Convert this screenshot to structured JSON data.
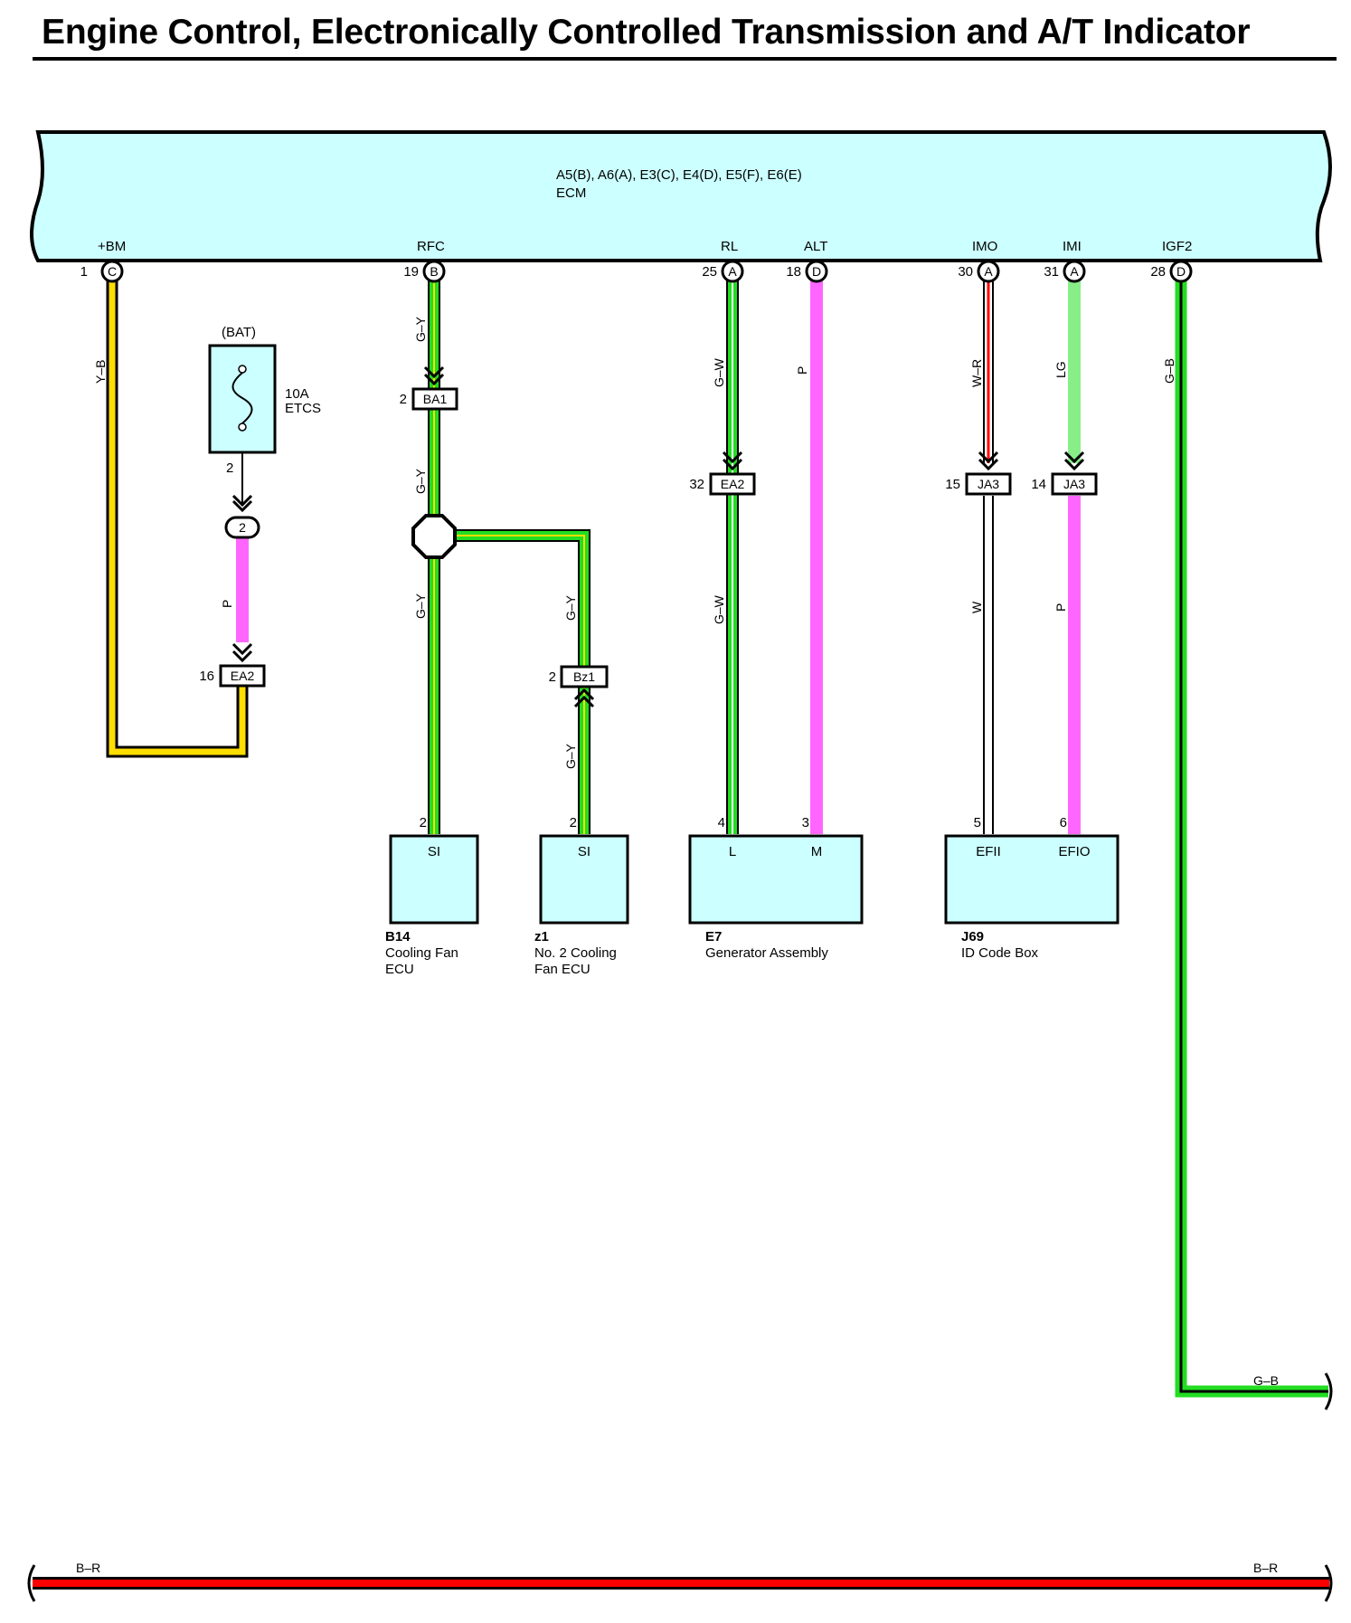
{
  "title": "Engine Control, Electronically Controlled Transmission and A/T Indicator",
  "ecm": {
    "connectors": "A5(B), A6(A), E3(C), E4(D), E5(F), E6(E)",
    "name": "ECM",
    "terminals": [
      {
        "name": "+BM",
        "pin": "1",
        "conn": "C"
      },
      {
        "name": "RFC",
        "pin": "19",
        "conn": "B"
      },
      {
        "name": "RL",
        "pin": "25",
        "conn": "A"
      },
      {
        "name": "ALT",
        "pin": "18",
        "conn": "D"
      },
      {
        "name": "IMO",
        "pin": "30",
        "conn": "A"
      },
      {
        "name": "IMI",
        "pin": "31",
        "conn": "A"
      },
      {
        "name": "IGF2",
        "pin": "28",
        "conn": "D"
      }
    ]
  },
  "fuse": {
    "source": "(BAT)",
    "rating": "10A",
    "name": "ETCS",
    "pin": "2"
  },
  "splice": {
    "pin": "2"
  },
  "wires": {
    "yb": "Y–B",
    "p": "P",
    "gy": "G–Y",
    "gw": "G–W",
    "wr": "W–R",
    "lg": "LG",
    "gb": "G–B",
    "w": "W",
    "br": "B–R"
  },
  "junctions": [
    {
      "label": "BA1",
      "pin": "2"
    },
    {
      "label": "EA2",
      "pin": "16"
    },
    {
      "label": "EA2",
      "pin": "32"
    },
    {
      "label": "Bz1",
      "pin": "2"
    },
    {
      "label": "JA3",
      "pin": "15"
    },
    {
      "label": "JA3",
      "pin": "14"
    }
  ],
  "components": [
    {
      "id": "B14",
      "line1": "Cooling Fan",
      "line2": "ECU",
      "terminals": [
        {
          "pin": "2",
          "name": "SI"
        }
      ]
    },
    {
      "id": "z1",
      "line1": "No. 2 Cooling",
      "line2": "Fan ECU",
      "terminals": [
        {
          "pin": "2",
          "name": "SI"
        }
      ]
    },
    {
      "id": "E7",
      "line1": "Generator Assembly",
      "line2": "",
      "terminals": [
        {
          "pin": "4",
          "name": "L"
        },
        {
          "pin": "3",
          "name": "M"
        }
      ]
    },
    {
      "id": "J69",
      "line1": "ID Code Box",
      "line2": "",
      "terminals": [
        {
          "pin": "5",
          "name": "EFII"
        },
        {
          "pin": "6",
          "name": "EFIO"
        }
      ]
    }
  ],
  "colors": {
    "ecm_fill": "#ccffff",
    "yellow": "#ffdd00",
    "green": "#22dd22",
    "light_green": "#88ee88",
    "pink": "#ff66ff",
    "red": "#ff0000",
    "black": "#000000"
  }
}
